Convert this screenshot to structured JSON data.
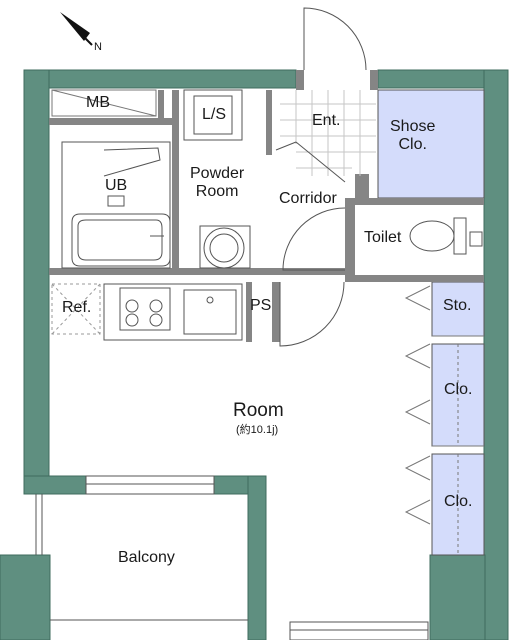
{
  "compass": {
    "label": "N"
  },
  "rooms": {
    "mb": "MB",
    "ls": "L/S",
    "ent": "Ent.",
    "shoe_closet": [
      "Shose",
      "Clo."
    ],
    "ub": "UB",
    "powder_room": [
      "Powder",
      "Room"
    ],
    "corridor": "Corridor",
    "toilet": "Toilet",
    "ref": "Ref.",
    "ps": "PS",
    "storage": "Sto.",
    "closet_1": "Clo.",
    "closet_2": "Clo.",
    "room": "Room",
    "room_area": "(約10.1j)",
    "balcony": "Balcony"
  },
  "colors": {
    "wall": "#5f8f80",
    "wall_stroke": "#3f6b5e",
    "closet_fill": "#d4dcfb",
    "partition": "#858585",
    "line": "#555555"
  }
}
